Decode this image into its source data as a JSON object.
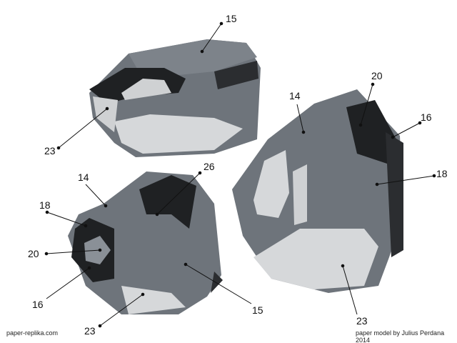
{
  "labels": {
    "top_15": "15",
    "top_23": "23",
    "right_14": "14",
    "right_20": "20",
    "right_16": "16",
    "right_18": "18",
    "right_23": "23",
    "left_14": "14",
    "left_18": "18",
    "left_20": "20",
    "left_16": "16",
    "left_26": "26",
    "left_15": "15",
    "left_23": "23"
  },
  "footer": {
    "site": "paper-replika.com",
    "credit": "paper model by Julius Perdana 2014"
  },
  "colors": {
    "body": "#6e747b",
    "dark": "#2b2d30",
    "light": "#d6d8da",
    "edge": "#3c4046"
  }
}
